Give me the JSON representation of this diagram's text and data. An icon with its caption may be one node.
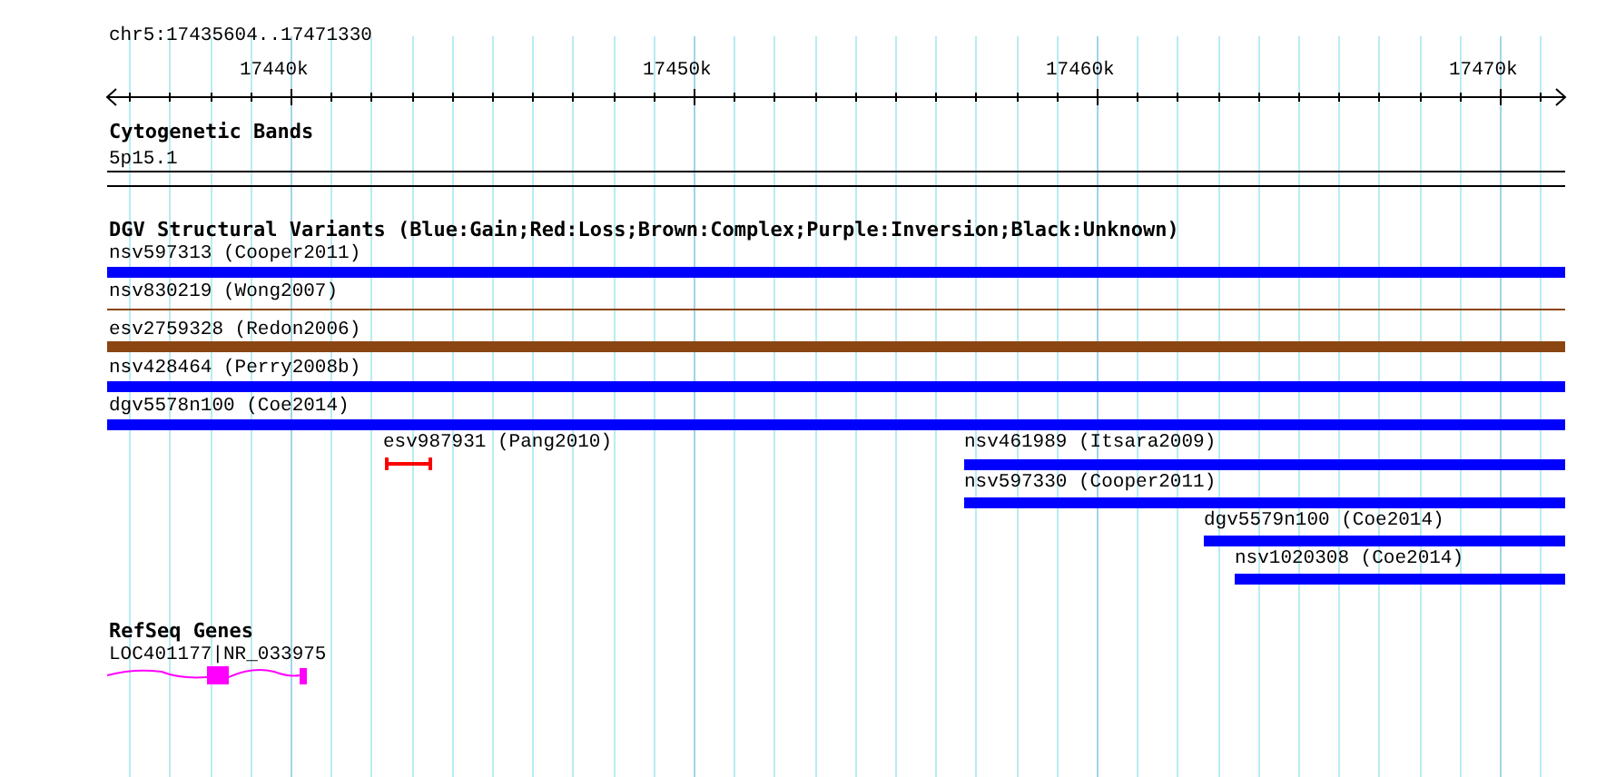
{
  "diagram": {
    "nodes": [
      {
        "text": [
          "5p15.1"
        ]
      },
      {
        "text": [
          "nsv597313 (Cooper2011)"
        ]
      },
      {
        "text": [
          "nsv830219 (Wong2007)"
        ]
      },
      {
        "text": [
          "esv2759328 (Redon2006)"
        ]
      },
      {
        "text": [
          "nsv428464 (Perry2008b)"
        ]
      },
      {
        "text": [
          "dgv5578n100 (Coe2014)"
        ]
      },
      {
        "text": [
          "esv987931 (Pang2010)"
        ]
      },
      {
        "text": [
          "nsv461989 (Itsara2009)"
        ]
      },
      {
        "text": [
          "nsv597330 (Cooper2011)"
        ]
      },
      {
        "text": [
          "dgv5579n100 (Coe2014)"
        ]
      },
      {
        "text": [
          "nsv1020308 (Coe2014)"
        ]
      },
      {
        "text": [
          "LOC401177|NR_033975"
        ]
      }
    ],
    "labels": [
      "chr5:17435604..17471330",
      "17440k",
      "17450k",
      "17460k",
      "17470k",
      "Cytogenetic Bands",
      "DGV Structural Variants (Blue:Gain;Red:Loss;Brown:Complex;Purple:Inversion;Black:Unknown)",
      "RefSeq Genes"
    ]
  }
}
